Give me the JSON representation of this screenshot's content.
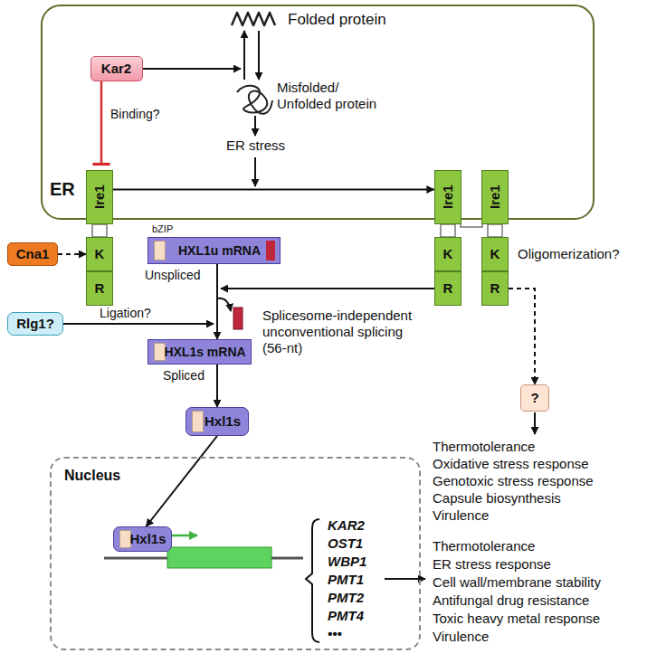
{
  "diagram": {
    "nodes": [
      {
        "text": [
          "ER"
        ]
      },
      {
        "text": [
          "Kar2"
        ],
        "in": 0
      },
      {
        "text": [
          "Ire1"
        ],
        "in": 0
      },
      {
        "text": [
          "K"
        ]
      },
      {
        "text": [
          "R"
        ]
      },
      {
        "text": [
          "Ire1"
        ],
        "in": 0
      },
      {
        "text": [
          "K"
        ]
      },
      {
        "text": [
          "R"
        ]
      },
      {
        "text": [
          "Ire1"
        ],
        "in": 0
      },
      {
        "text": [
          "K"
        ]
      },
      {
        "text": [
          "R"
        ]
      },
      {
        "text": [
          "Cna1"
        ]
      },
      {
        "text": [
          "HXL1u mRNA"
        ]
      },
      {
        "text": [
          "Rlg1?"
        ]
      },
      {
        "text": [
          "HXL1s mRNA"
        ]
      },
      {
        "text": [
          "Hxl1s"
        ]
      },
      {
        "text": [
          "?"
        ]
      },
      {
        "text": [
          "Nucleus"
        ]
      },
      {
        "text": [
          "Hxl1s"
        ],
        "in": 17
      }
    ],
    "edges": [
      {
        "from": 1,
        "to": 2,
        "arrow": "to"
      },
      {
        "from": 11,
        "to": 3,
        "arrow": "to"
      },
      {
        "from": 2,
        "to": 5,
        "arrow": "to"
      },
      {
        "from": 12,
        "to": 14,
        "arrow": "to"
      },
      {
        "from": 10,
        "to": 16,
        "arrow": "to"
      },
      {
        "from": 14,
        "to": 15,
        "arrow": "to"
      },
      {
        "from": 15,
        "to": 18,
        "arrow": "to"
      }
    ],
    "labels": [
      "Folded protein",
      "Misfolded/ Unfolded protein",
      "ER stress",
      "Binding?",
      "bZIP",
      "Unspliced",
      "Oligomerization?",
      "Ligation?",
      "Splicesome-independent unconventional splicing (56-nt)",
      "Spliced",
      "Thermotolerance",
      "Oxidative stress response",
      "Genotoxic stress response",
      "Capsule biosynthesis",
      "Virulence",
      "KAR2",
      "OST1",
      "WBP1",
      "PMT1",
      "PMT2",
      "PMT4",
      "•••",
      "Thermotolerance",
      "ER stress response",
      "Cell wall/membrane stability",
      "Antifungal drug resistance",
      "Toxic heavy metal response",
      "Virulence"
    ]
  }
}
